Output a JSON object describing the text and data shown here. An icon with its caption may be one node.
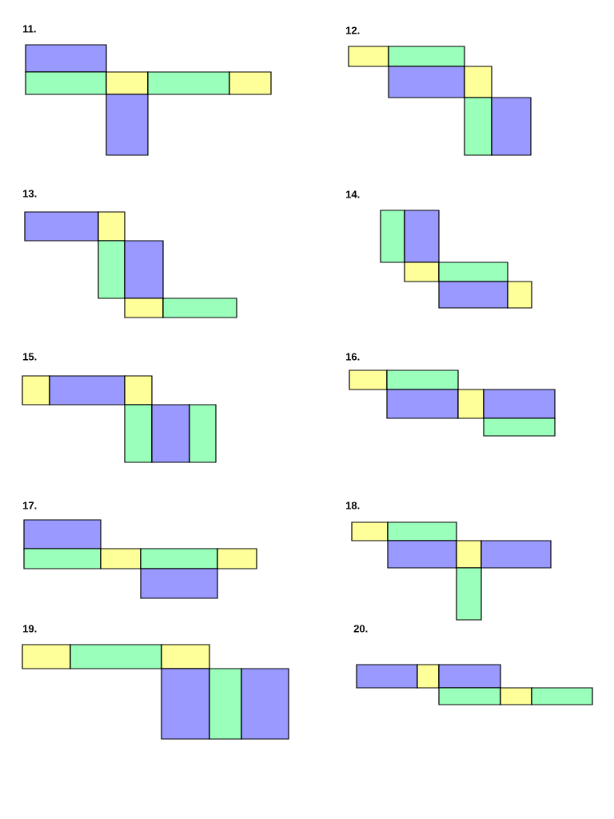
{
  "diagram": {
    "labels": [
      "11.",
      "12.",
      "13.",
      "14.",
      "15.",
      "16.",
      "17.",
      "18.",
      "19.",
      "20."
    ]
  }
}
